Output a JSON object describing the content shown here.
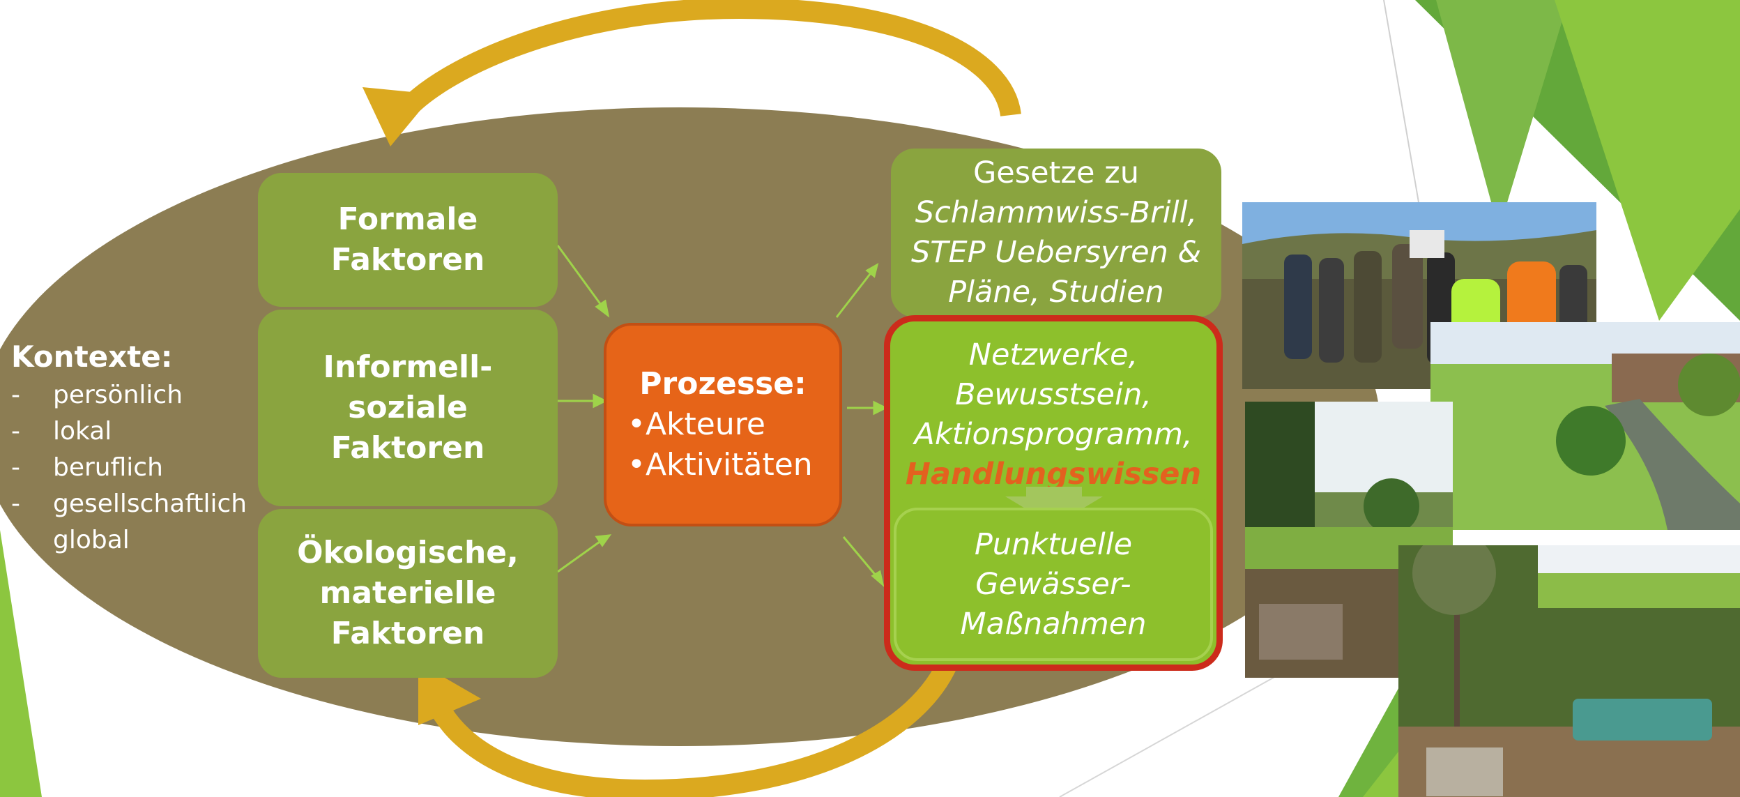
{
  "colors": {
    "ellipse": "#8c7d53",
    "factor_box": "#8aa43f",
    "outcome_box": "#8dc02c",
    "process_box": "#e66418",
    "feedback_arrow": "#dba91f",
    "highlight_frame": "#cc2b1b",
    "emphasis_text": "#e3611f"
  },
  "context": {
    "title": "Kontexte:",
    "items": [
      "persönlich",
      "lokal",
      "beruflich",
      "gesellschaftlich",
      "global"
    ]
  },
  "factors": [
    {
      "lines": [
        "Formale",
        "Faktoren"
      ]
    },
    {
      "lines": [
        "Informell-",
        "soziale",
        "Faktoren"
      ]
    },
    {
      "lines": [
        "Ökologische,",
        "materielle",
        "Faktoren"
      ]
    }
  ],
  "process": {
    "title": "Prozesse:",
    "bullets": [
      "•Akteure",
      "•Aktivitäten"
    ]
  },
  "laws": {
    "line1": "Gesetze zu",
    "line2": "Schlammwiss-Brill,",
    "line3": "STEP Uebersyren &",
    "line4": "Pläne, Studien"
  },
  "networks": {
    "lines": [
      "Netzwerke,",
      "Bewusstsein,",
      "Aktionsprogramm,"
    ],
    "emphasis": "Handlungswissen"
  },
  "measures": {
    "lines": [
      "Punktuelle",
      "Gewässer-",
      "Maßnahmen"
    ]
  },
  "icons": {
    "feedback_top": "curved-arrow-icon",
    "feedback_bottom": "curved-arrow-icon",
    "flow": "arrow-right-icon"
  }
}
